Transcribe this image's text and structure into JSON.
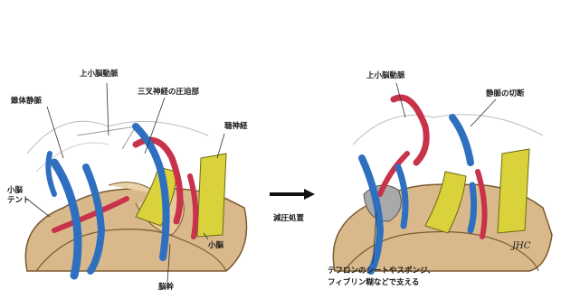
{
  "labels": {
    "left": {
      "superior_cerebellar_artery": "上小脳動脈",
      "petrosal_vein": "錐体静脈",
      "trigeminal_compression": "三叉神経の圧迫部",
      "auditory_nerve": "聴神経",
      "cerebellar_tentorium": "小脳\nテント",
      "cerebellum": "小脳",
      "brainstem": "脳幹"
    },
    "center": {
      "decompression": "減圧処置"
    },
    "right": {
      "superior_cerebellar_artery": "上小脳動脈",
      "vein_transection": "静脈の切断",
      "support_note_line1": "テフロンのシートやスポンジ、",
      "support_note_line2": "フィブリン糊などで支える",
      "signature": "JHC"
    }
  },
  "colors": {
    "artery": "#c8324a",
    "vein": "#2f6fbf",
    "nerve": "#d9d23a",
    "brain": "#d9b98c",
    "brain_outline": "#7a5a2e",
    "teflon": "#a9a9a9"
  }
}
